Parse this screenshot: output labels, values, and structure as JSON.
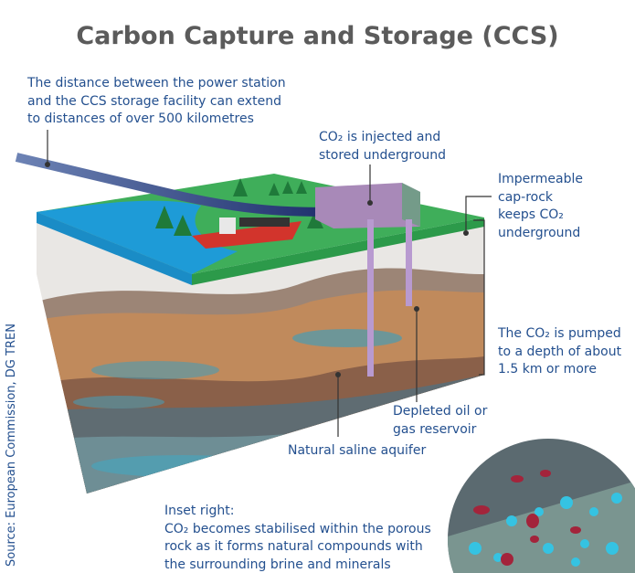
{
  "title": "Carbon Capture and Storage (CCS)",
  "labels": {
    "pipeline": [
      "The distance between the power station",
      "and the CCS storage facility can extend",
      "to distances of over 500 kilometres"
    ],
    "injected": [
      "CO₂ is injected and",
      "stored underground"
    ],
    "caprock": [
      "Impermeable",
      "cap-rock",
      "keeps CO₂",
      "underground"
    ],
    "depth": [
      "The CO₂ is pumped",
      "to a depth of about",
      "1.5 km or more"
    ],
    "reservoir": [
      "Depleted oil or",
      "gas reservoir"
    ],
    "aquifer": "Natural saline aquifer",
    "inset": [
      "Inset right:",
      "CO₂ becomes stabilised within the porous",
      "rock as it forms natural compounds with",
      "the surrounding brine and minerals"
    ]
  },
  "source": "Source: European Commission, DG TREN",
  "colors": {
    "text": "#24508f",
    "title": "#5b5b5b",
    "pipe": "#2a3f7a",
    "injection": "#b89ad0",
    "land": "#3fae5a",
    "sea": "#1e9bd7",
    "co2_bubbles": "#a3243b"
  }
}
